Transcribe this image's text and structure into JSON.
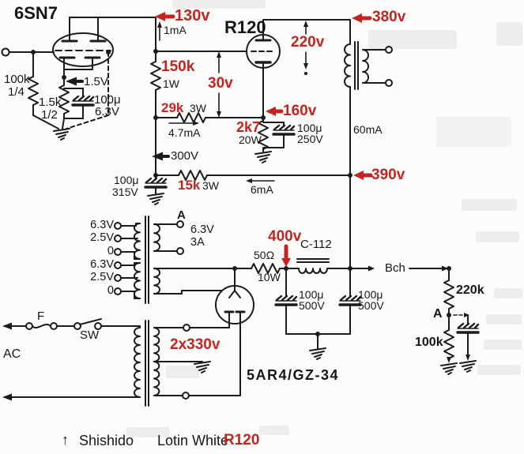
{
  "colors": {
    "annotation_red": "#c42420",
    "ink": "#1b1b1b",
    "paper": "#fcfcfa"
  },
  "labels": {
    "tube_input": "6SN7",
    "tube_output": "R120",
    "tube_rectifier": "5AR4/GZ-34",
    "grid_resistor": "100k",
    "grid_resistor_note": "1/4",
    "cathode_voltage": "1.5V",
    "cathode_resistor": "1.5k",
    "cathode_resistor_note": "1/2",
    "cathode_cap": "100μ",
    "cathode_cap_v": "6.3V",
    "plate_current": "1mA",
    "plate_voltage": "130v",
    "plate_resistor": "150k",
    "plate_resistor_w": "1W",
    "stage_gap_voltage": "30v",
    "dropper1": "29k",
    "dropper1_w": "3W",
    "dropper1_current": "4.7mA",
    "bias_resistor": "2k7",
    "bias_resistor_w": "20W",
    "bias_voltage": "160v",
    "bias_cap": "100μ",
    "bias_cap_v": "250V",
    "swing_voltage": "220v",
    "b_plus_top": "380v",
    "output_current": "60mA",
    "node_300": "300V",
    "decouple_cap": "100μ",
    "decouple_cap_v": "315V",
    "dropper2": "15k",
    "dropper2_w": "3W",
    "dropper2_current": "6mA",
    "b_plus_mid": "390v",
    "heater_taps": [
      "6.3V",
      "2.5V",
      "0",
      "6.3V",
      "2.5V",
      "0"
    ],
    "tap_a": "A",
    "heater_winding": "6.3V",
    "heater_winding_a": "3A",
    "fuse": "F",
    "switch": "SW",
    "ac": "AC",
    "hv_winding": "2x330v",
    "surge_resistor": "50Ω",
    "surge_resistor_w": "10W",
    "rectified_voltage": "400v",
    "choke": "C-112",
    "filter_cap1": "100μ",
    "filter_cap1_v": "500V",
    "filter_cap2": "100μ",
    "filter_cap2_v": "500V",
    "output_b": "Bch",
    "fb_resistor_top": "220k",
    "fb_node": "A",
    "fb_resistor_bottom": "100k",
    "caption_arrow": "↑",
    "caption_author": "Shishido",
    "caption_circuit": "Lotin White",
    "caption_model": "R120"
  }
}
